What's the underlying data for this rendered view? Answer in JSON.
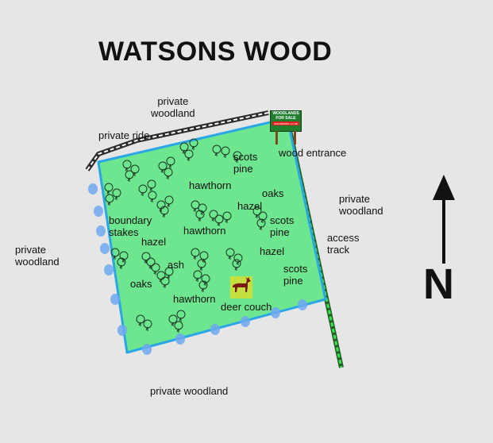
{
  "title": "WATSONS WOOD",
  "north": {
    "letter": "N"
  },
  "sign": {
    "line1": "WOODLANDS",
    "line2": "FOR SALE",
    "url": "woodlands.co.uk"
  },
  "colors": {
    "background": "#e6e6e6",
    "wood_fill": "#6ee58f",
    "boundary": "#2aa6e6",
    "boundary_stakes": "#6fa8f0",
    "access_track": "#22cc33",
    "ride": "#333333"
  },
  "labels": {
    "private_woodland_n": "private\nwoodland",
    "private_ride": "private ride",
    "wood_entrance": "wood entrance",
    "private_woodland_e": "private\nwoodland",
    "access_track": "access\ntrack",
    "private_woodland_w": "private\nwoodland",
    "private_woodland_s": "private woodland",
    "scots_pine_1": "scots\npine",
    "hawthorn_1": "hawthorn",
    "oaks_1": "oaks",
    "hazel_1": "hazel",
    "scots_pine_2": "scots\npine",
    "boundary_stakes": "boundary\nstakes",
    "hawthorn_2": "hawthorn",
    "hazel_2": "hazel",
    "hazel_3": "hazel",
    "scots_pine_3": "scots\npine",
    "ash": "ash",
    "oaks_2": "oaks",
    "hawthorn_3": "hawthorn",
    "deer_couch": "deer couch"
  }
}
